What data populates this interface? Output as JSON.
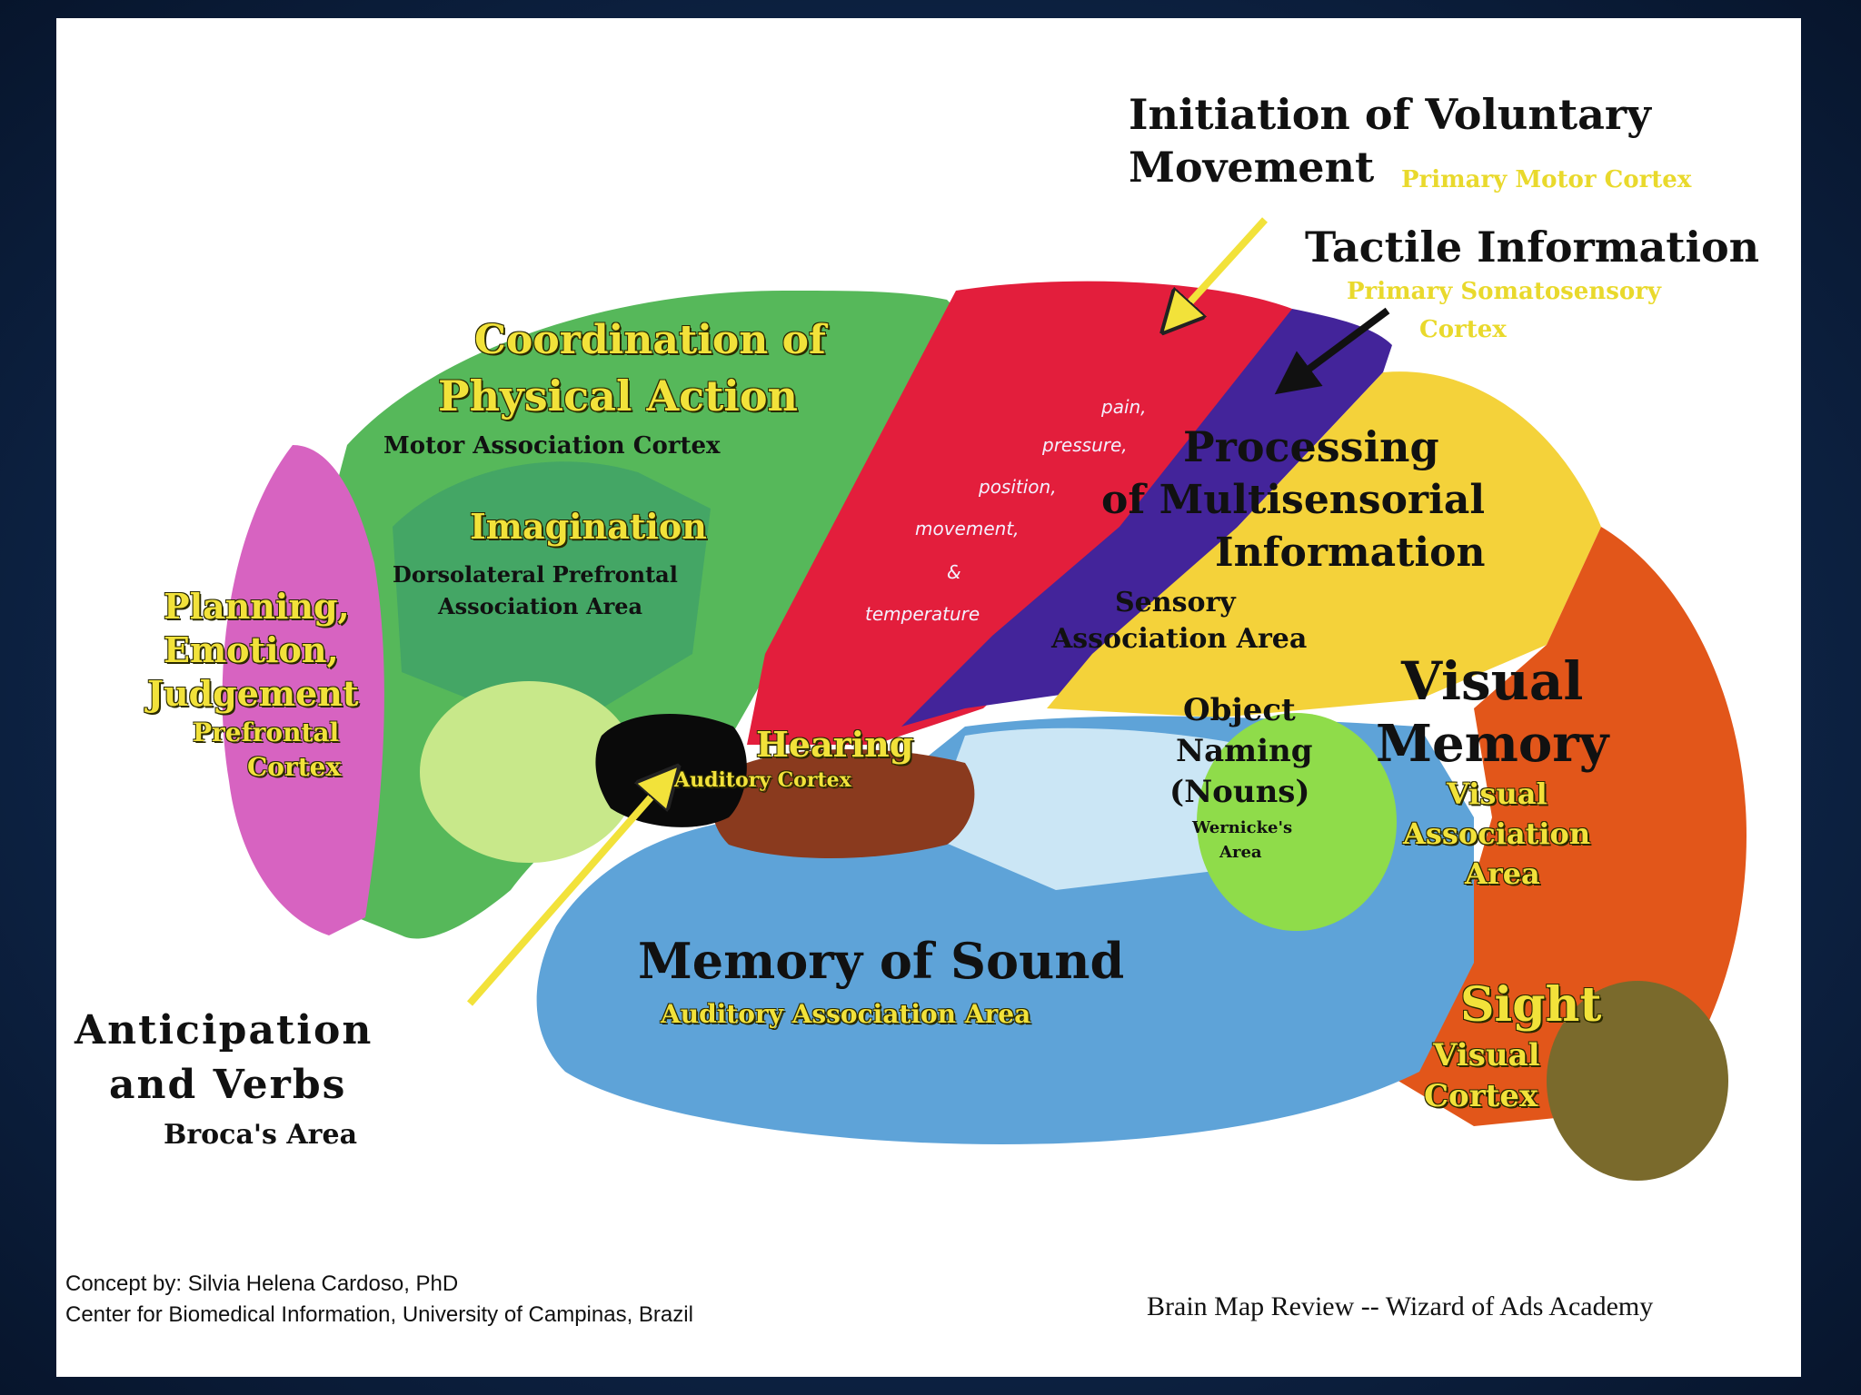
{
  "labels": {
    "voluntary_1": "Initiation of Voluntary",
    "voluntary_2": "Movement",
    "motor_cortex": "Primary Motor Cortex",
    "tactile": "Tactile Information",
    "somato_1": "Primary Somatosensory",
    "somato_2": "Cortex",
    "coord_1": "Coordination of",
    "coord_2": "Physical Action",
    "motor_assoc": "Motor Association Cortex",
    "imagination": "Imagination",
    "dorso_1": "Dorsolateral Prefrontal",
    "dorso_2": "Association Area",
    "planning_1": "Planning,",
    "planning_2": "Emotion,",
    "planning_3": "Judgement",
    "prefrontal_1": "Prefrontal",
    "prefrontal_2": "Cortex",
    "pain": "pain,",
    "pressure": "pressure,",
    "position": "position,",
    "movement": "movement,",
    "amp": "&",
    "temperature": "temperature",
    "processing_1": "Processing",
    "processing_2": "of Multisensorial",
    "processing_3": "Information",
    "sensory_1": "Sensory",
    "sensory_2": "Association Area",
    "hearing": "Hearing",
    "auditory_cortex": "Auditory Cortex",
    "object_1": "Object",
    "object_2": "Naming",
    "object_3": "(Nouns)",
    "wernicke_1": "Wernicke's",
    "wernicke_2": "Area",
    "visual_memory_1": "Visual",
    "visual_memory_2": "Memory",
    "visual_assoc_1": "Visual",
    "visual_assoc_2": "Association",
    "visual_assoc_3": "Area",
    "memory_sound": "Memory of Sound",
    "auditory_assoc": "Auditory Association Area",
    "anticipation_1": "Anticipation",
    "anticipation_2": "and Verbs",
    "broca": "Broca's Area",
    "sight": "Sight",
    "visual_cortex_1": "Visual",
    "visual_cortex_2": "Cortex"
  },
  "credits": {
    "concept": "Concept by: Silvia Helena Cardoso, PhD",
    "center": "Center for Biomedical Information, University of Campinas, Brazil",
    "review": "Brain Map Review -- Wizard of Ads Academy"
  },
  "colors": {
    "prefrontal": "#d763c1",
    "motor_assoc": "#56b85a",
    "primary_motor": "#e31e3c",
    "somatosensory": "#43249a",
    "multisensory": "#f4d23a",
    "visual_assoc": "#e2561a",
    "visual_cortex": "#7a6a2c",
    "auditory_assoc": "#5ea3d8",
    "auditory_cortex": "#8a3a1e",
    "wernicke": "#8fdc4a",
    "broca": "#0a0a0a",
    "arrow_yellow": "#f2e23a"
  }
}
